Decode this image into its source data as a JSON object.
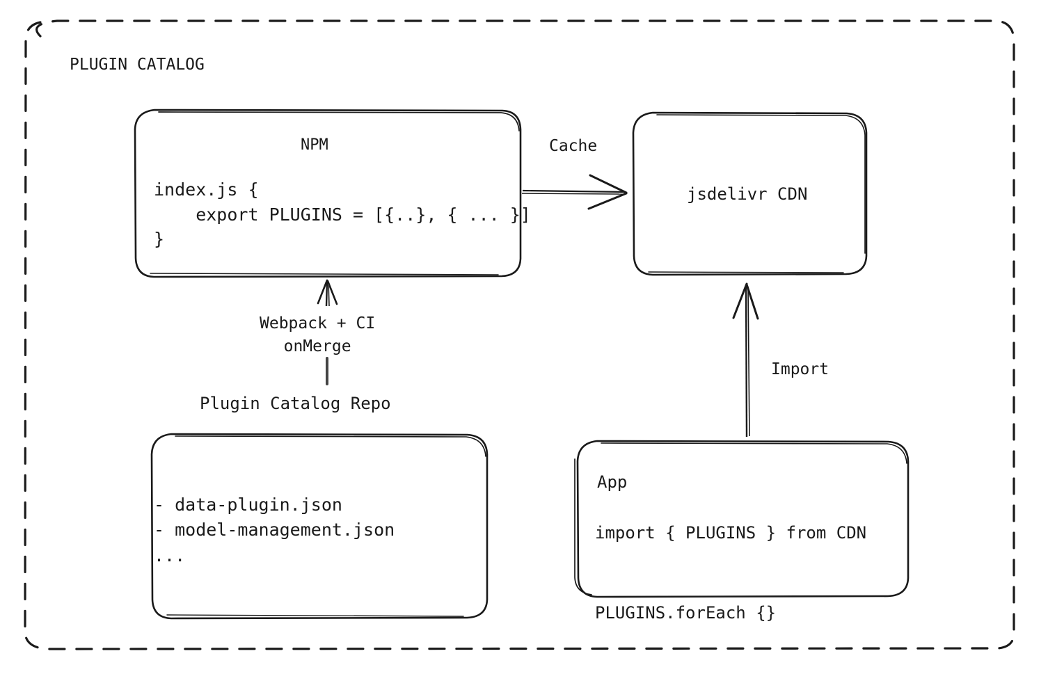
{
  "diagram": {
    "group": {
      "label": "PLUGIN CATALOG",
      "border_style": "dashed",
      "color": "#1a1a1a"
    },
    "nodes": {
      "npm": {
        "title": "NPM",
        "code_lines": [
          "index.js {",
          "    export PLUGINS = [{..}, { ... }]",
          "}"
        ],
        "code_block": "index.js {\n    export PLUGINS = [{..}, { ... }]\n}"
      },
      "cdn": {
        "title": "jsdelivr CDN"
      },
      "repo": {
        "caption": "Plugin Catalog Repo",
        "items": [
          "- data-plugin.json",
          "- model-management.json",
          "..."
        ],
        "items_block": "- data-plugin.json\n- model-management.json\n..."
      },
      "app": {
        "title": "App",
        "code_lines": [
          "import { PLUGINS } from CDN",
          "PLUGINS.forEach {}"
        ],
        "code_block": "import { PLUGINS } from CDN\n\nPLUGINS.forEach {}"
      }
    },
    "edges": {
      "npm_to_cdn": {
        "label": "Cache",
        "direction": "right"
      },
      "app_to_cdn": {
        "label": "Import",
        "direction": "up"
      },
      "repo_to_npm": {
        "label_lines": [
          "Webpack + CI",
          "onMerge"
        ],
        "label_block": "Webpack + CI\nonMerge",
        "direction": "up"
      }
    }
  }
}
